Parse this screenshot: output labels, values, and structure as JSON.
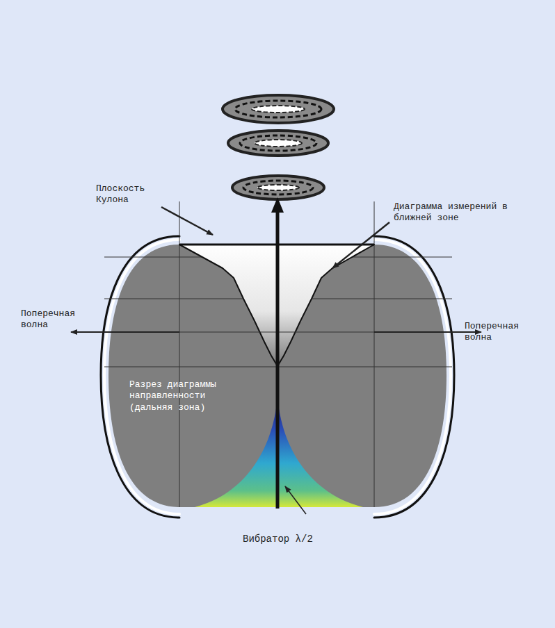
{
  "diagram": {
    "labels": [
      "Плоскость Кулона",
      "Диаграмма измерений в ближней зоне",
      "Поперечная волна",
      "Поперечная волна",
      "Разрез диаграммы направленности (дальняя зона)",
      "Вибратор λ/2"
    ]
  }
}
